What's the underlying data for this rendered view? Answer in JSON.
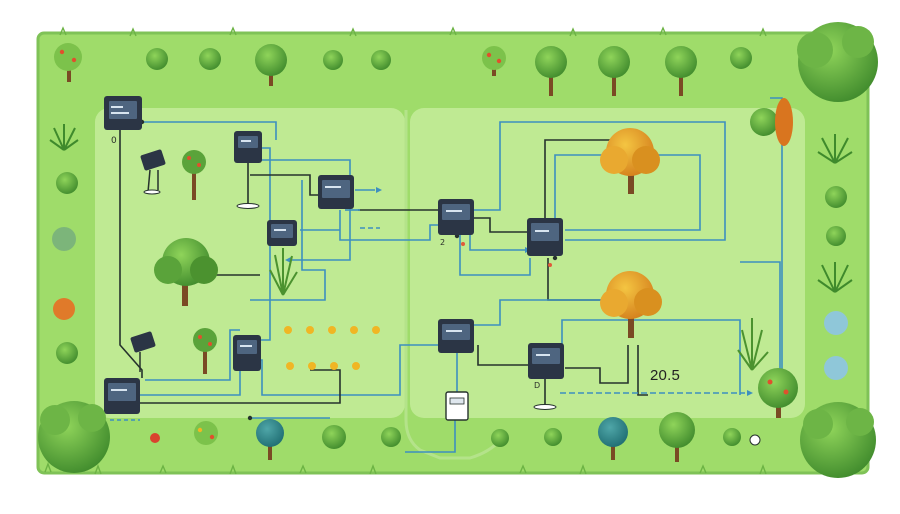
{
  "scene": {
    "colors": {
      "lawn": "#9fdc6a",
      "lawn_edge": "#7fc257",
      "zone": "#c4ec9a",
      "hedge": "#4f9a35",
      "wire_blue": "#3d8fbf",
      "wire_dark": "#26322d",
      "controller_body": "#2b3545",
      "controller_screen": "#4e6580",
      "tree_green": "#5aa33a",
      "tree_autumn": "#e3a028",
      "trunk": "#7a4a24"
    },
    "labels": {
      "device_o": "0",
      "device_two": "2",
      "device_d": "D",
      "sensor_readout": "20.5"
    },
    "controllers": [
      {
        "id": "ctrl-a"
      },
      {
        "id": "ctrl-b"
      },
      {
        "id": "ctrl-c"
      },
      {
        "id": "ctrl-d"
      },
      {
        "id": "ctrl-e"
      },
      {
        "id": "ctrl-f"
      },
      {
        "id": "ctrl-g"
      },
      {
        "id": "ctrl-h"
      },
      {
        "id": "ctrl-i"
      },
      {
        "id": "ctrl-j"
      }
    ]
  }
}
